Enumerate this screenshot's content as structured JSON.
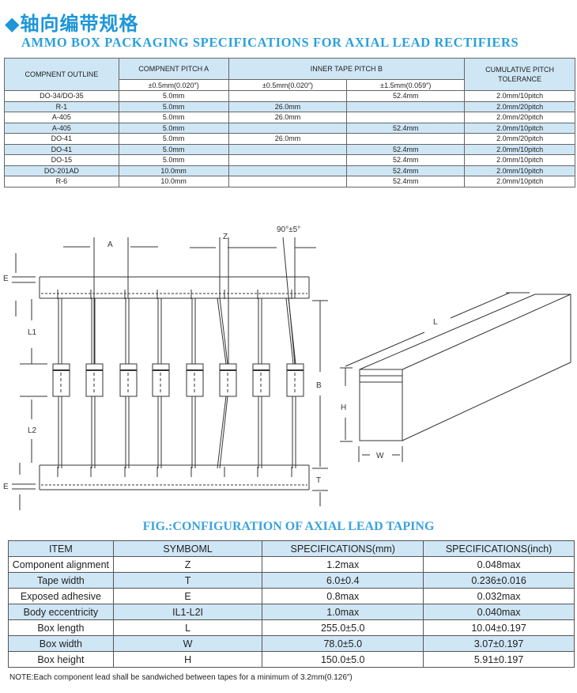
{
  "title_cn": "◆轴向编带规格",
  "title_en": "AMMO BOX PACKAGING SPECIFICATIONS FOR AXIAL LEAD RECTIFIERS",
  "table1": {
    "headers": {
      "outline": "COMPNENT OUTLINE",
      "pitch_a": "COMPNENT PITCH A",
      "pitch_b": "INNER TAPE PITCH B",
      "cumulative": "CUMULATIVE PITCH TOLERANCE",
      "pitch_a_tol": "±0.5mm(0.020″)",
      "pitch_b_tol1": "±0.5mm(0.020″)",
      "pitch_b_tol2": "±1.5mm(0.059″)"
    },
    "rows": [
      [
        "DO-34/DO-35",
        "5.0mm",
        "",
        "52.4mm",
        "2.0mm/10pitch"
      ],
      [
        "R-1",
        "5.0mm",
        "26.0mm",
        "",
        "2.0mm/20pitch"
      ],
      [
        "A-405",
        "5.0mm",
        "26.0mm",
        "",
        "2.0mm/20pitch"
      ],
      [
        "A-405",
        "5.0mm",
        "",
        "52.4mm",
        "2.0mm/10pitch"
      ],
      [
        "DO-41",
        "5.0mm",
        "26.0mm",
        "",
        "2.0mm/20pitch"
      ],
      [
        "DO-41",
        "5.0mm",
        "",
        "52.4mm",
        "2.0mm/10pitch"
      ],
      [
        "DO-15",
        "5.0mm",
        "",
        "52.4mm",
        "2.0mm/10pitch"
      ],
      [
        "DO-201AD",
        "10.0mm",
        "",
        "52.4mm",
        "2.0mm/10pitch"
      ],
      [
        "R-6",
        "10.0mm",
        "",
        "52.4mm",
        "2.0mm/10pitch"
      ]
    ]
  },
  "diagram_labels": {
    "A": "A",
    "Z": "Z",
    "angle": "90°±5°",
    "E": "E",
    "L1": "L1",
    "L2": "L2",
    "B": "B",
    "T": "T",
    "L": "L",
    "H": "H",
    "W": "W"
  },
  "fig_title": "FIG.:CONFIGURATION OF AXIAL LEAD TAPING",
  "table2": {
    "headers": [
      "ITEM",
      "SYMBOML",
      "SPECIFICATIONS(mm)",
      "SPECIFICATIONS(inch)"
    ],
    "rows": [
      [
        "Component alignment",
        "Z",
        "1.2max",
        "0.048max"
      ],
      [
        "Tape width",
        "T",
        "6.0±0.4",
        "0.236±0.016"
      ],
      [
        "Exposed adhesive",
        "E",
        "0.8max",
        "0.032max"
      ],
      [
        "Body eccentricity",
        "IL1-L2I",
        "1.0max",
        "0.040max"
      ],
      [
        "Box length",
        "L",
        "255.0±5.0",
        "10.04±0.197"
      ],
      [
        "Box width",
        "W",
        "78.0±5.0",
        "3.07±0.197"
      ],
      [
        "Box height",
        "H",
        "150.0±5.0",
        "5.91±0.197"
      ]
    ]
  },
  "note": "NOTE:Each component lead shall be sandwiched between tapes for a minimum of 3.2mm(0.126″)",
  "colors": {
    "accent": "#1e96d8",
    "header_bg": "#cfe6f5"
  }
}
